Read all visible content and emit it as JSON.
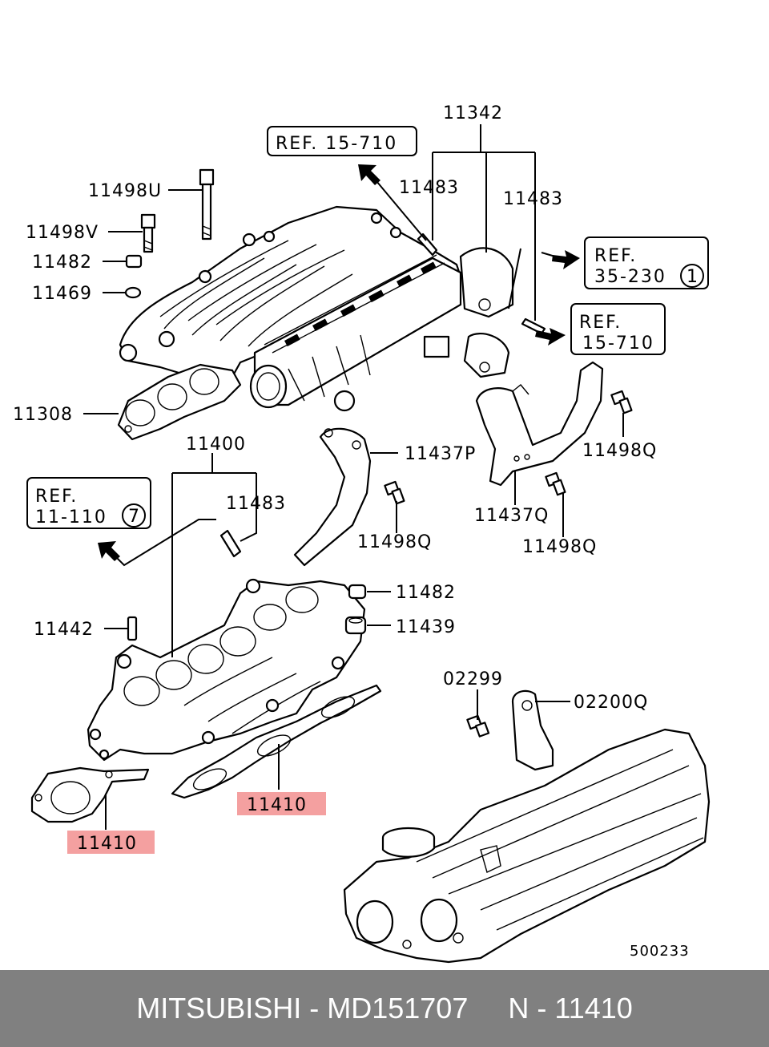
{
  "labels": {
    "l11342": "11342",
    "l11483_a": "11483",
    "l11483_b": "11483",
    "l11483_c": "11483",
    "l11498U": "11498U",
    "l11498V": "11498V",
    "l11482_a": "11482",
    "l11482_b": "11482",
    "l11469": "11469",
    "l11308": "11308",
    "l11400": "11400",
    "l11437P": "11437P",
    "l11437Q": "11437Q",
    "l11498Q_a": "11498Q",
    "l11498Q_b": "11498Q",
    "l11498Q_c": "11498Q",
    "l11442": "11442",
    "l11439": "11439",
    "l02299": "02299",
    "l02200Q": "02200Q",
    "l11410_a": "11410",
    "l11410_b": "11410"
  },
  "refs": {
    "r1": "REF. 15-710",
    "r2_line1": "REF.",
    "r2_line2": "35-230",
    "r2_circle": "1",
    "r3_line1": "REF.",
    "r3_line2": "15-710",
    "r4_line1": "REF.",
    "r4_line2": "11-110",
    "r4_circle": "7"
  },
  "diagram_code": "500233",
  "highlight_color": "#f4a0a0",
  "footer": {
    "brand": "MITSUBISHI",
    "separator1": " - ",
    "part_number": "MD151707",
    "gap": "     ",
    "code": "N - 11410"
  }
}
